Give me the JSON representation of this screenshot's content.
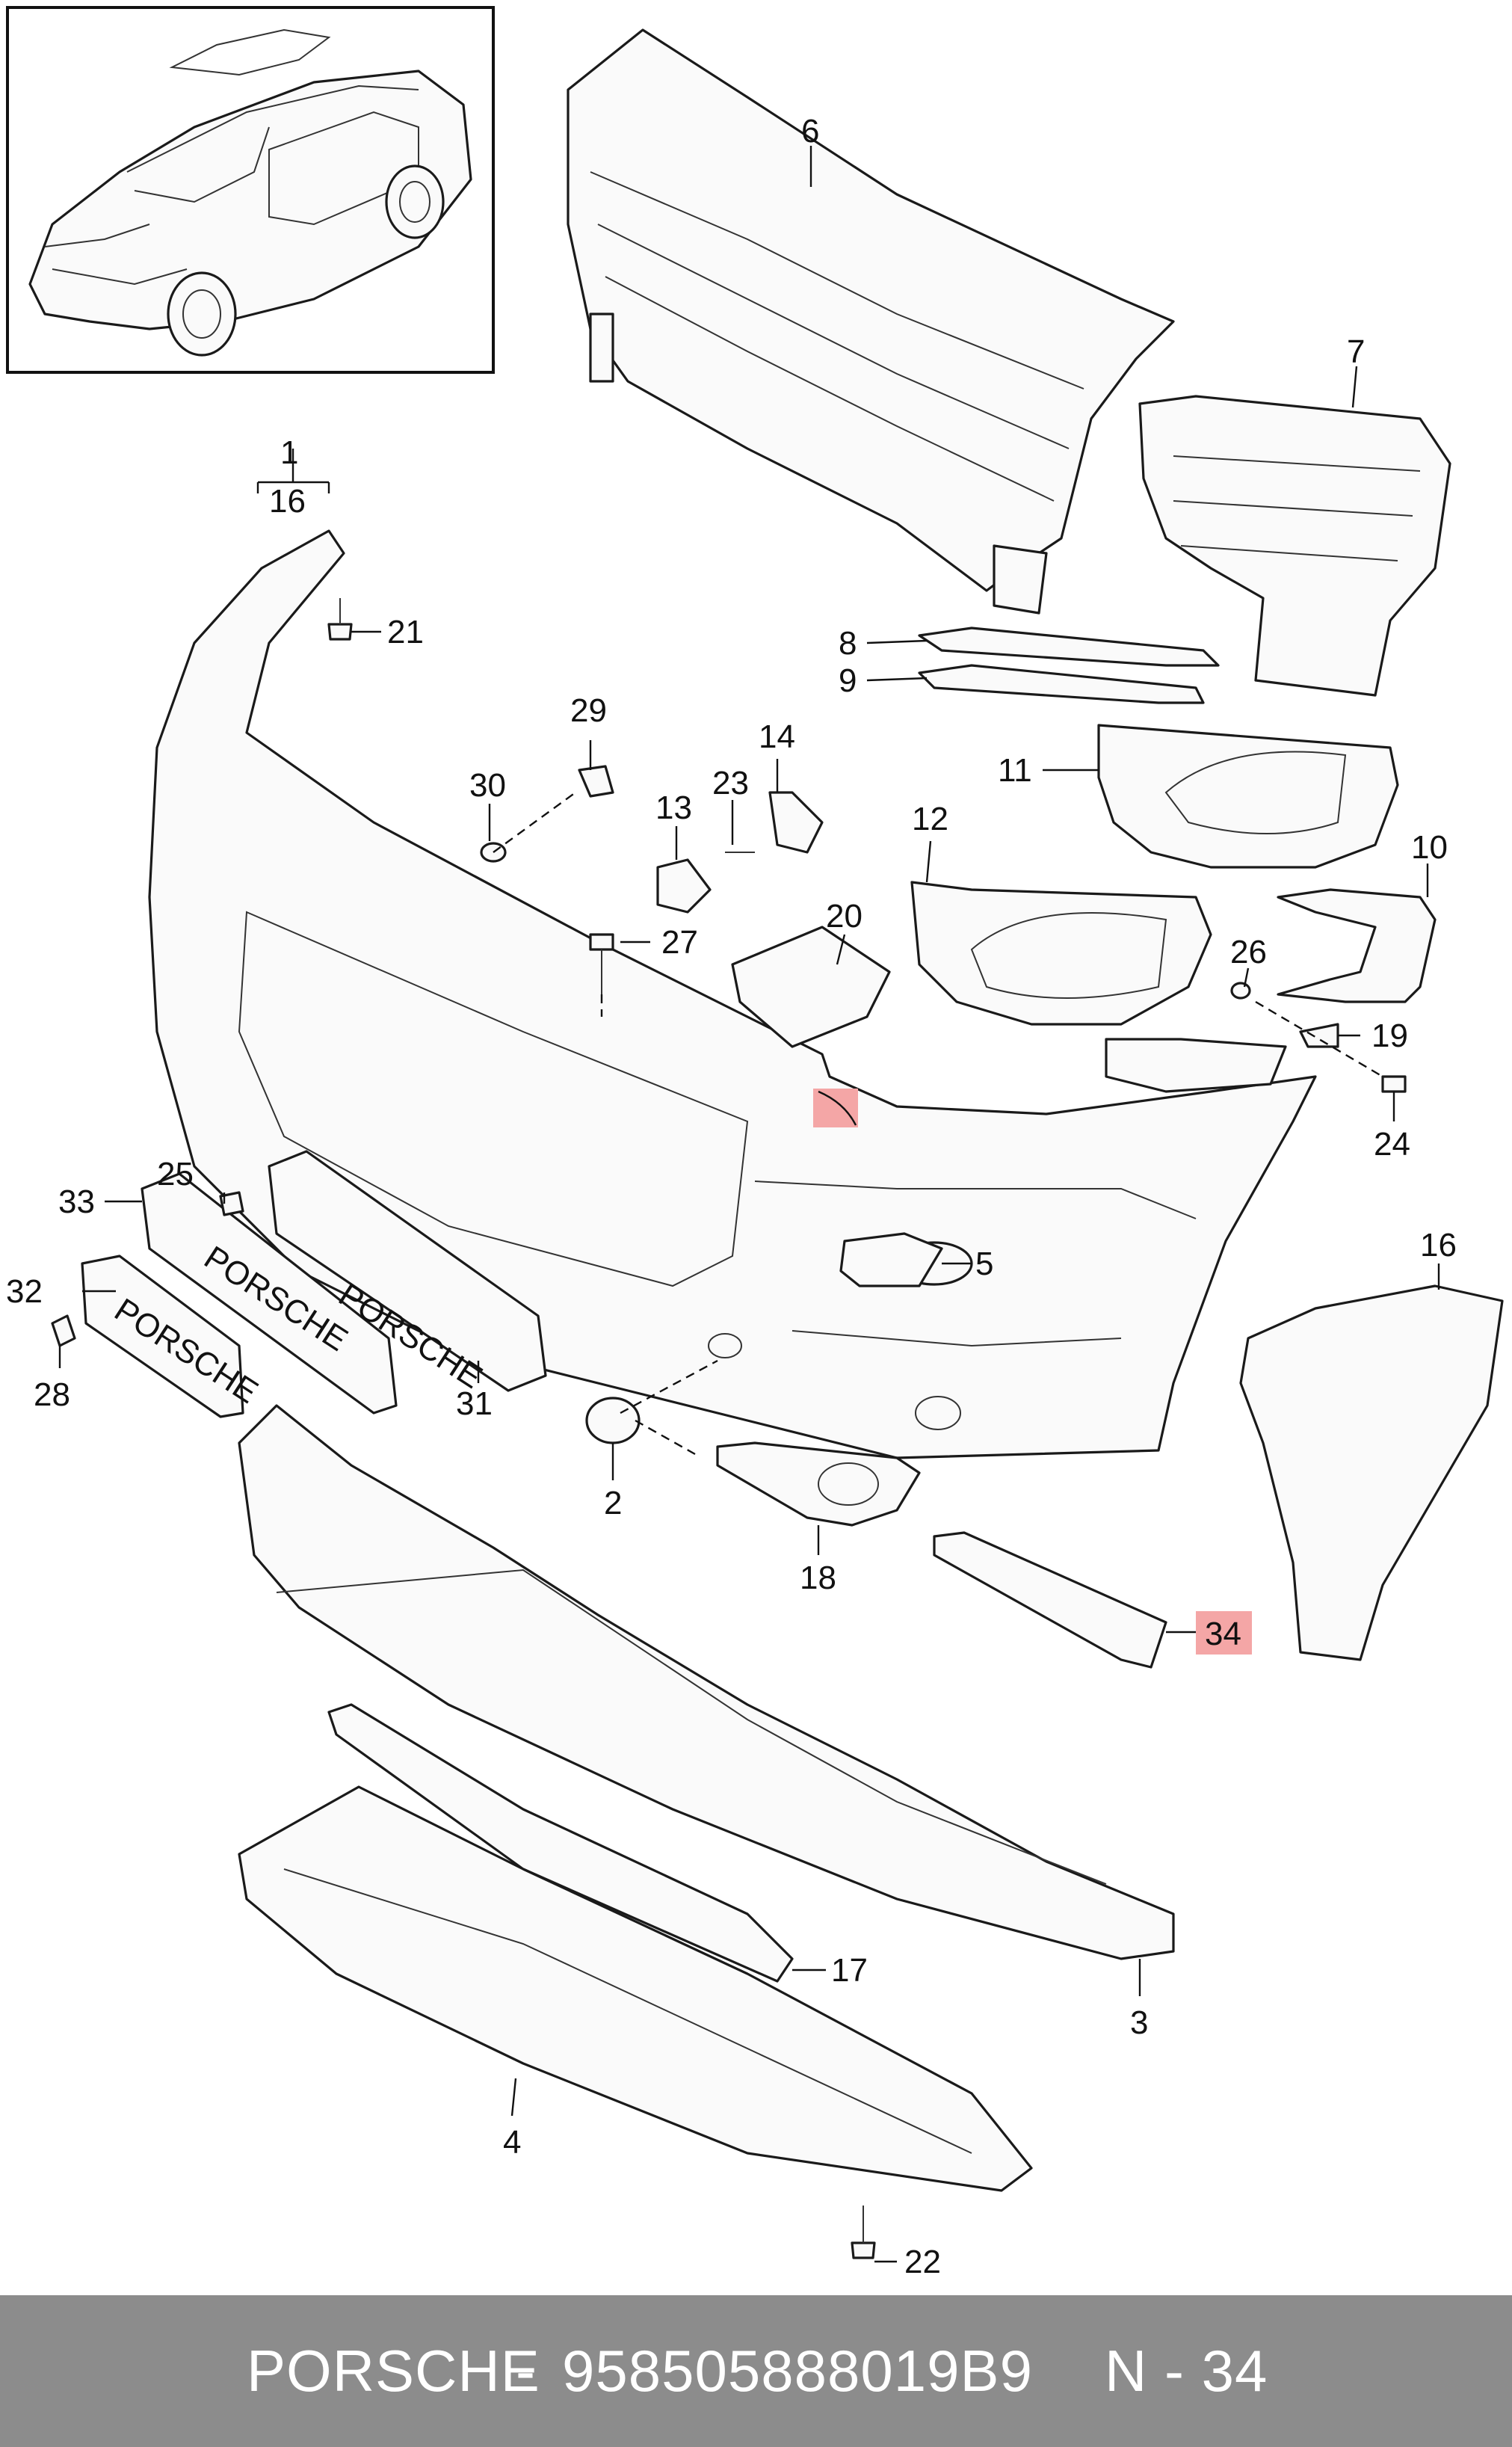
{
  "footer": {
    "brand": "PORSCHE",
    "separator": "-",
    "part_number": "958505888019B9",
    "reference": "N - 34"
  },
  "callouts": [
    {
      "id": "c1",
      "text": "1"
    },
    {
      "id": "c16a",
      "text": "16"
    },
    {
      "id": "c21",
      "text": "21"
    },
    {
      "id": "c6",
      "text": "6"
    },
    {
      "id": "c7",
      "text": "7"
    },
    {
      "id": "c8",
      "text": "8"
    },
    {
      "id": "c9",
      "text": "9"
    },
    {
      "id": "c29",
      "text": "29"
    },
    {
      "id": "c30",
      "text": "30"
    },
    {
      "id": "c14",
      "text": "14"
    },
    {
      "id": "c23",
      "text": "23"
    },
    {
      "id": "c13",
      "text": "13"
    },
    {
      "id": "c11",
      "text": "11"
    },
    {
      "id": "c12",
      "text": "12"
    },
    {
      "id": "c10",
      "text": "10"
    },
    {
      "id": "c20",
      "text": "20"
    },
    {
      "id": "c27",
      "text": "27"
    },
    {
      "id": "c26",
      "text": "26"
    },
    {
      "id": "c19",
      "text": "19"
    },
    {
      "id": "c24",
      "text": "24"
    },
    {
      "id": "c25",
      "text": "25"
    },
    {
      "id": "c33",
      "text": "33"
    },
    {
      "id": "c5",
      "text": "5"
    },
    {
      "id": "c32",
      "text": "32"
    },
    {
      "id": "c28",
      "text": "28"
    },
    {
      "id": "c31",
      "text": "31"
    },
    {
      "id": "c16b",
      "text": "16"
    },
    {
      "id": "c2",
      "text": "2"
    },
    {
      "id": "c18",
      "text": "18"
    },
    {
      "id": "c34",
      "text": "34"
    },
    {
      "id": "c17",
      "text": "17"
    },
    {
      "id": "c3",
      "text": "3"
    },
    {
      "id": "c4",
      "text": "4"
    },
    {
      "id": "c22",
      "text": "22"
    }
  ],
  "plate_text": {
    "long_plate": "PORSCHE",
    "short_plate": "PORSCHE",
    "bracket": "PORSCHE"
  },
  "colors": {
    "highlight": "#f4a6a6",
    "footer_bg": "#8c8c8c",
    "footer_text": "#ffffff",
    "ink": "#111111"
  }
}
